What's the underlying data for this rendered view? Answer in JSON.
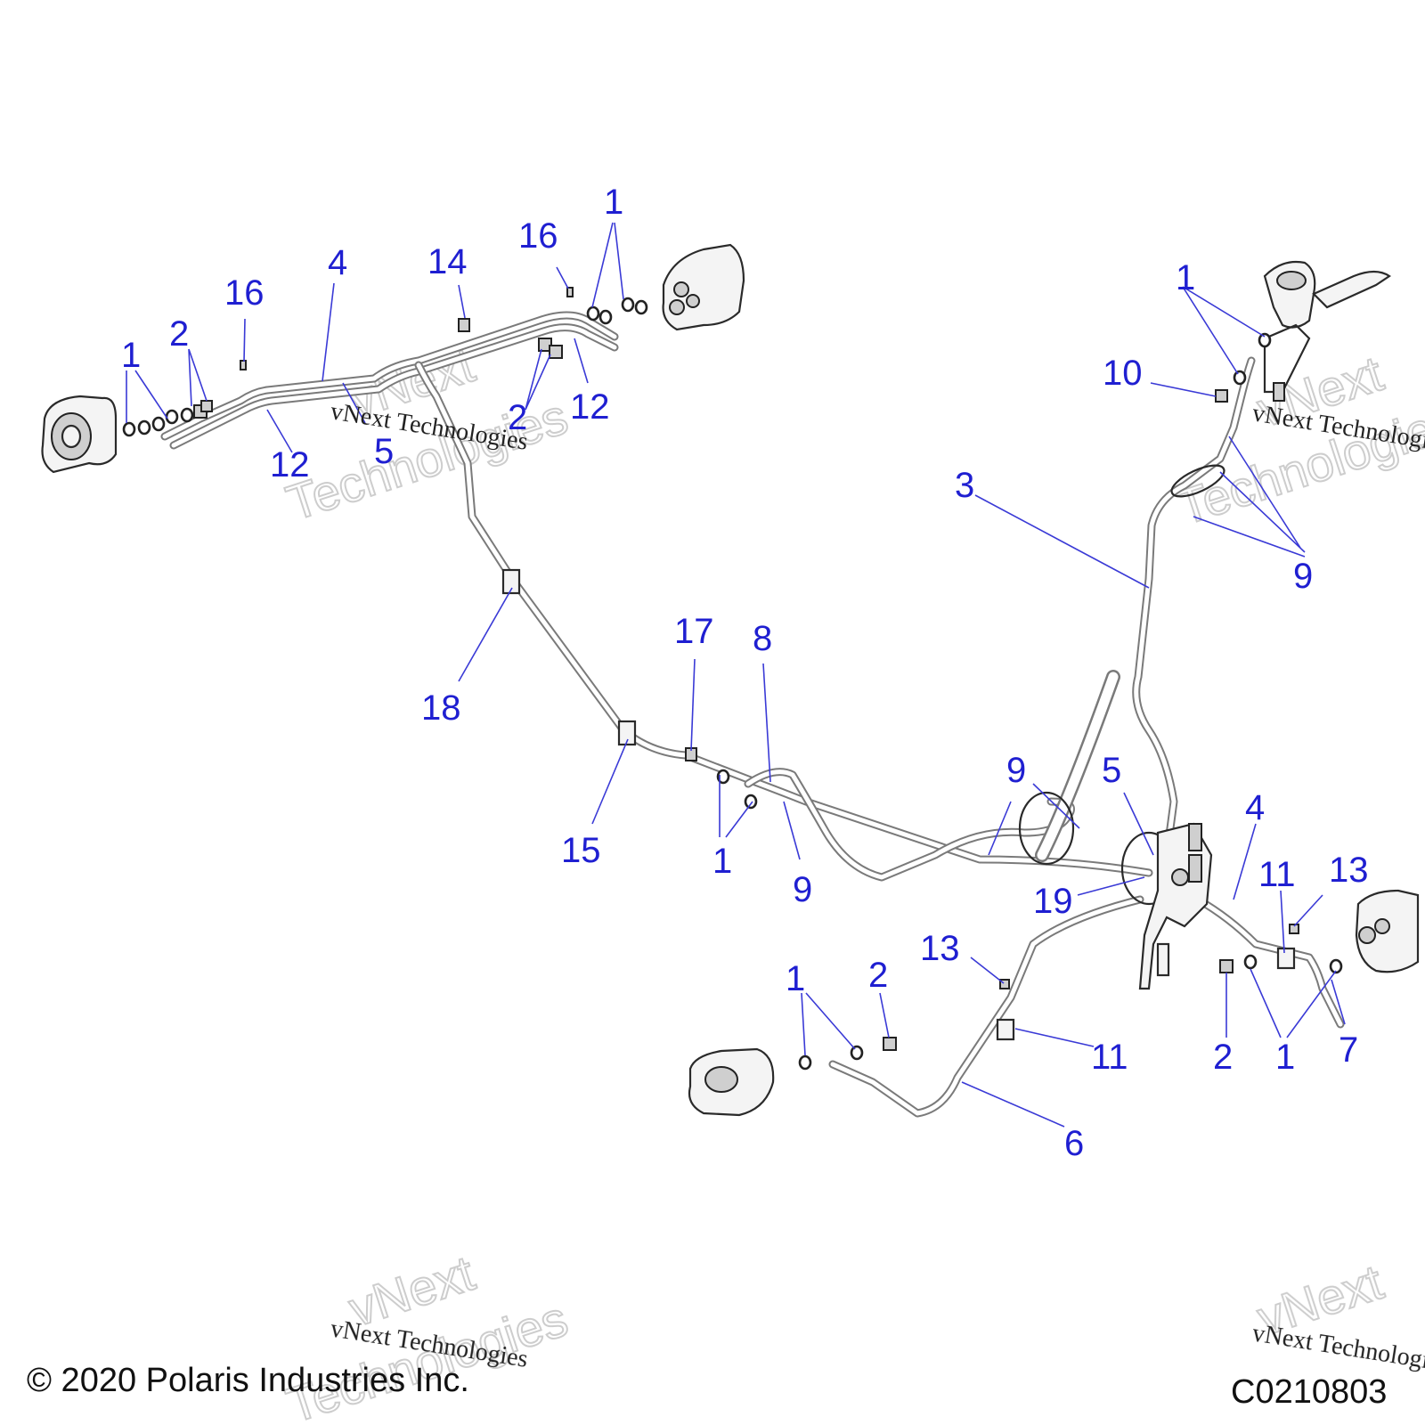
{
  "callouts": {
    "c01": "1",
    "c02": "2",
    "c03": "16",
    "c04": "4",
    "c05": "14",
    "c06": "16",
    "c07": "1",
    "c08": "12",
    "c09": "5",
    "c10": "2",
    "c11": "12",
    "c12": "1",
    "c13": "10",
    "c14": "3",
    "c15": "9",
    "c16": "18",
    "c17": "17",
    "c18": "8",
    "c19": "15",
    "c20": "1",
    "c21": "9",
    "c22": "9",
    "c23": "5",
    "c24": "4",
    "c25": "19",
    "c26": "11",
    "c27": "13",
    "c28": "13",
    "c29": "1",
    "c30": "2",
    "c31": "11",
    "c32": "2",
    "c33": "1",
    "c34": "7",
    "c35": "6"
  },
  "watermark": {
    "text": "vNext Technologies",
    "brand": "vNext",
    "sub": "Technologies"
  },
  "footer": {
    "copyright": "© 2020 Polaris Industries Inc.",
    "code": "C0210803"
  },
  "colors": {
    "callout": "#1f1fd1",
    "leader": "#3a3ad6",
    "line_art": "#2a2a2a"
  }
}
